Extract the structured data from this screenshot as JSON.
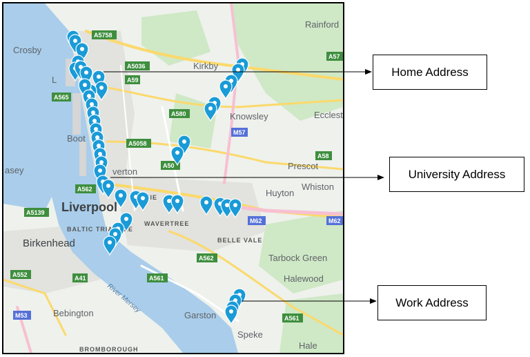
{
  "map": {
    "places": {
      "rainford": "Rainford",
      "crosby": "Crosby",
      "kirkby": "Kirkby",
      "knowsley": "Knowsley",
      "ecclest": "Ecclest",
      "bootle": "Boot",
      "easy": "asey",
      "everton": "verton",
      "prescot": "Prescot",
      "huyton": "Huyton",
      "whiston": "Whiston",
      "liverpool": "Liverpool",
      "baltic": "BALTIC TRIANGLE",
      "wavertree": "WAVERTREE",
      "fields": "FIE",
      "birkenhead": "Birkenhead",
      "belle_vale": "BELLE VALE",
      "tarbock": "Tarbock Green",
      "halewood": "Halewood",
      "river": "River Mersey",
      "bebington": "Bebington",
      "garston": "Garston",
      "speke": "Speke",
      "hale": "Hale",
      "bromborough": "BROMBOROUGH",
      "l_fragment": "L"
    },
    "roads": {
      "a5758": "A5758",
      "a57x": "A57",
      "a5036": "A5036",
      "a59": "A59",
      "a565": "A565",
      "a580": "A580",
      "m57": "M57",
      "a5058": "A5058",
      "a58": "A58",
      "a5049": "A50",
      "a562": "A562",
      "a5139": "A5139",
      "m62": "M62",
      "m621": "M62",
      "a562b": "A562",
      "a552": "A552",
      "a41": "A41",
      "a561": "A561",
      "m53": "M53",
      "a561b": "A561"
    },
    "pin_color": "#1a9bd7"
  },
  "callouts": {
    "home": "Home Address",
    "university": "University Address",
    "work": "Work Address"
  }
}
